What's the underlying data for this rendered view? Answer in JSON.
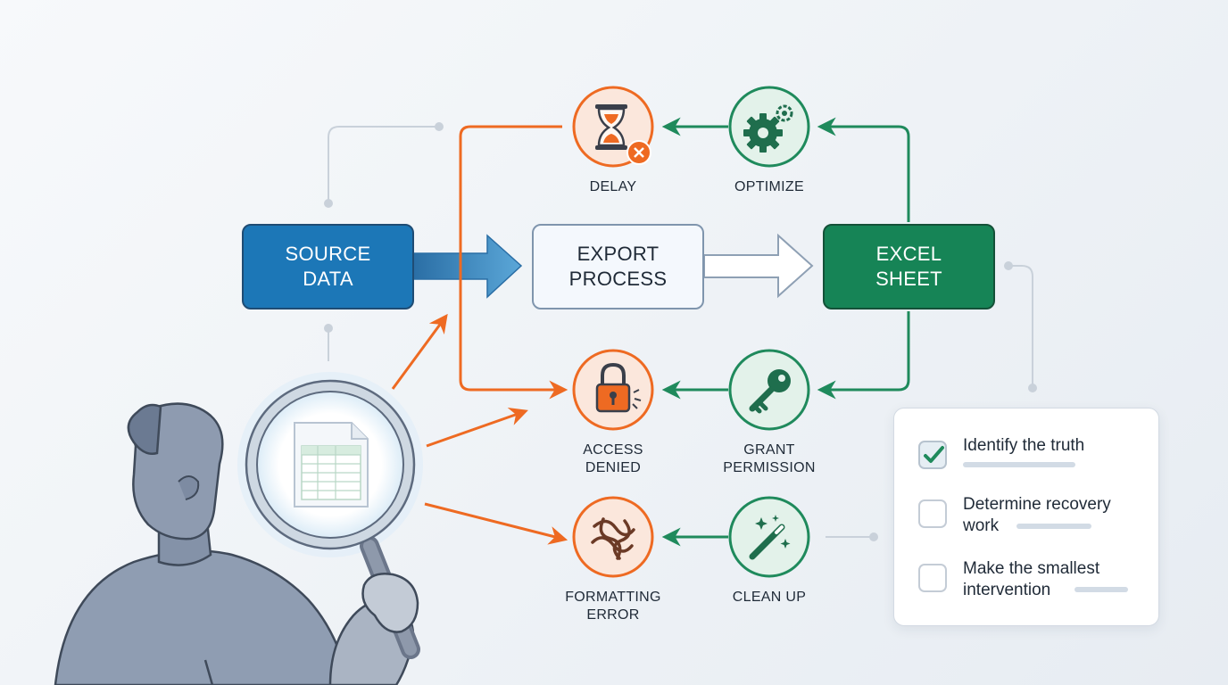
{
  "nodes": {
    "source": {
      "line1": "SOURCE",
      "line2": "DATA"
    },
    "export": {
      "line1": "EXPORT",
      "line2": "PROCESS"
    },
    "excel": {
      "line1": "EXCEL",
      "line2": "SHEET"
    }
  },
  "issues": {
    "delay": {
      "label": "DELAY",
      "icon": "hourglass-error-icon"
    },
    "access_denied": {
      "line1": "ACCESS",
      "line2": "DENIED",
      "icon": "locked-padlock-icon"
    },
    "formatting_error": {
      "line1": "FORMATTING",
      "line2": "ERROR",
      "icon": "tangled-knot-icon"
    }
  },
  "fixes": {
    "optimize": {
      "label": "OPTIMIZE",
      "icon": "gears-icon"
    },
    "grant_permission": {
      "line1": "GRANT",
      "line2": "PERMISSION",
      "icon": "key-icon"
    },
    "clean_up": {
      "label": "CLEAN UP",
      "icon": "magic-wand-icon"
    }
  },
  "checklist": {
    "items": [
      {
        "line1": "Identify the truth",
        "line2": "",
        "checked": true
      },
      {
        "line1": "Determine recovery",
        "line2": "work",
        "checked": false
      },
      {
        "line1": "Make the smallest",
        "line2": "intervention",
        "checked": false
      }
    ]
  },
  "colors": {
    "source_blue": "#1c77b7",
    "excel_green": "#168456",
    "issue_orange": "#ee6a22",
    "fix_green": "#1f8a5c",
    "issue_fill": "#fbe7dc",
    "fix_fill": "#e3f2ea"
  }
}
